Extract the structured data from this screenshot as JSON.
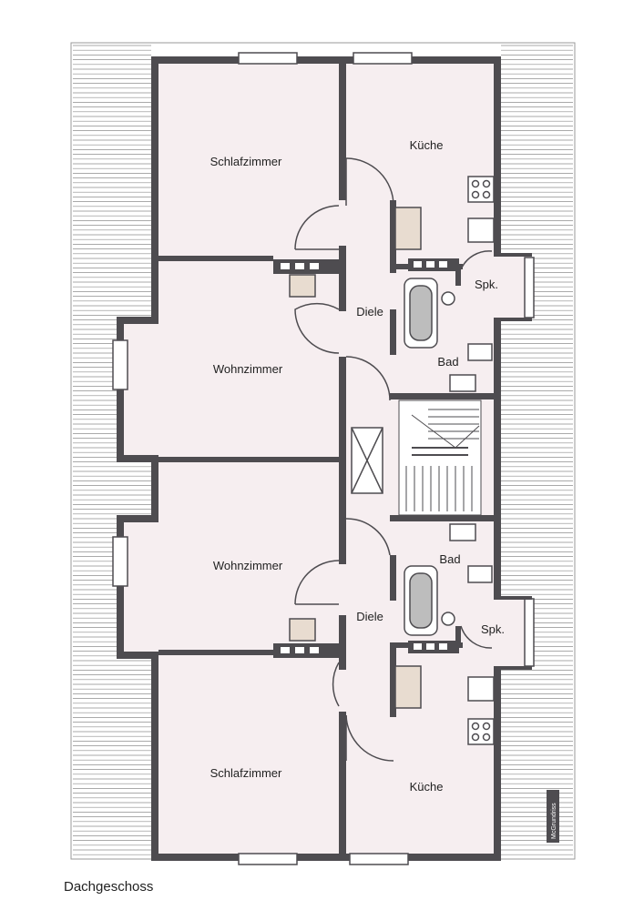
{
  "plan": {
    "caption": "Dachgeschoss",
    "watermark": "McGrundriss",
    "colors": {
      "wall": "#4e4c50",
      "floor": "#f6eef0",
      "roof_line": "#8e8e8e"
    },
    "rooms": [
      {
        "id": "schlafzimmer-top",
        "label": "Schlafzimmer"
      },
      {
        "id": "kueche-top",
        "label": "Küche"
      },
      {
        "id": "diele-top",
        "label": "Diele"
      },
      {
        "id": "spk-top",
        "label": "Spk."
      },
      {
        "id": "wohnzimmer-top",
        "label": "Wohnzimmer"
      },
      {
        "id": "bad-top",
        "label": "Bad"
      },
      {
        "id": "wohnzimmer-bottom",
        "label": "Wohnzimmer"
      },
      {
        "id": "bad-bottom",
        "label": "Bad"
      },
      {
        "id": "diele-bottom",
        "label": "Diele"
      },
      {
        "id": "spk-bottom",
        "label": "Spk."
      },
      {
        "id": "schlafzimmer-bottom",
        "label": "Schlafzimmer"
      },
      {
        "id": "kueche-bottom",
        "label": "Küche"
      }
    ]
  }
}
